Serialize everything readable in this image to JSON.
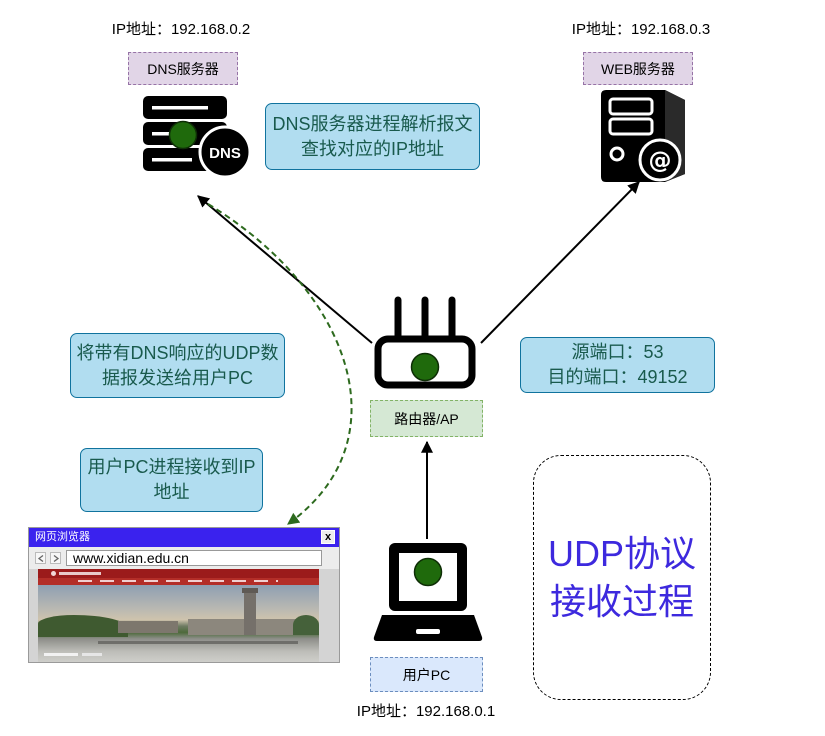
{
  "dns_server": {
    "ip": "IP地址：192.168.0.2",
    "label": "DNS服务器",
    "badge": "DNS",
    "icon": "dns-server-icon"
  },
  "web_server": {
    "ip": "IP地址：192.168.0.3",
    "label": "WEB服务器",
    "badge": "@",
    "icon": "web-server-icon"
  },
  "router": {
    "label": "路由器/AP",
    "icon": "wifi-router-icon"
  },
  "user_pc": {
    "label": "用户PC",
    "ip": "IP地址：192.168.0.1",
    "icon": "laptop-icon"
  },
  "notes": {
    "dns_process": {
      "line1": "DNS服务器进程解析报文",
      "line2": "查找对应的IP地址"
    },
    "send_to_pc": {
      "line1": "将带有DNS响应的UDP数",
      "line2": "据报发送给用户PC"
    },
    "pc_receive": {
      "line1": "用户PC进程接收到IP",
      "line2": "地址"
    },
    "ports": {
      "line1": "源端口：53",
      "line2": "目的端口：49152"
    }
  },
  "browser": {
    "title": "网页浏览器",
    "close": "x",
    "address": "www.xidian.edu.cn",
    "back_icon": "chevron-left-icon",
    "forward_icon": "chevron-right-icon"
  },
  "title_box": {
    "line1": "UDP协议",
    "line2": "接收过程"
  },
  "colors": {
    "note_fill": "#b1ddf0",
    "note_border": "#10739e",
    "note_text": "#195a4d",
    "server_tag_fill": "#e1d5e7",
    "server_tag_border": "#9673a6",
    "router_tag_fill": "#d5e8d4",
    "router_tag_border": "#82b366",
    "pc_tag_fill": "#dae8fc",
    "pc_tag_border": "#6c8ebf",
    "marker_green": "#1f6a0c",
    "dashed_arrow": "#2d6a1e",
    "title_text": "#3d29de",
    "browser_titlebar": "#3a22ee"
  }
}
